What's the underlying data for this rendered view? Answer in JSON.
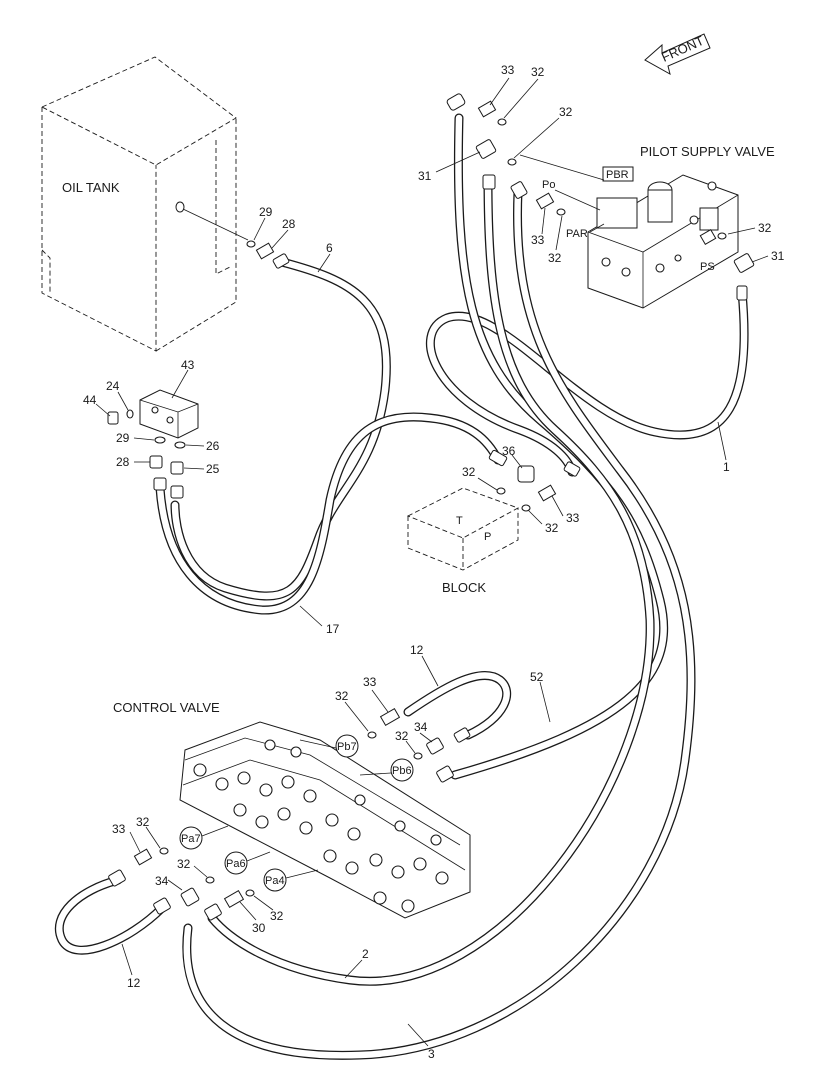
{
  "labels": {
    "front": "FRONT",
    "oil_tank": "OIL TANK",
    "pilot_supply_valve": "PILOT SUPPLY VALVE",
    "block": "BLOCK",
    "control_valve": "CONTROL VALVE"
  },
  "ports": {
    "pbr": "PBR",
    "po": "Po",
    "par": "PAR",
    "ps": "PS",
    "t": "T",
    "p": "P",
    "pb7": "Pb7",
    "pb6": "Pb6",
    "pa7": "Pa7",
    "pa6": "Pa6",
    "pa4": "Pa4"
  },
  "callouts": [
    "33",
    "32",
    "32",
    "31",
    "33",
    "32",
    "32",
    "31",
    "29",
    "28",
    "6",
    "43",
    "24",
    "44",
    "29",
    "26",
    "28",
    "25",
    "17",
    "36",
    "32",
    "32",
    "33",
    "1",
    "12",
    "52",
    "33",
    "32",
    "34",
    "32",
    "33",
    "32",
    "34",
    "32",
    "30",
    "32",
    "12",
    "2",
    "3"
  ]
}
